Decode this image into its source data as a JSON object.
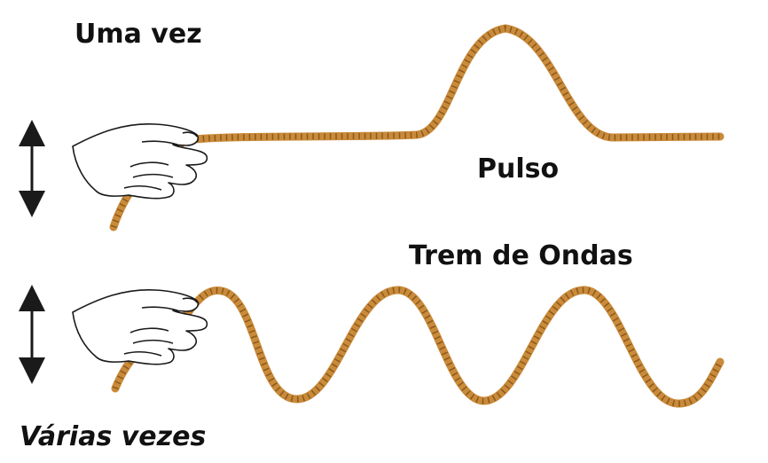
{
  "labels": {
    "once": "Uma vez",
    "pulse": "Pulso",
    "wave_train": "Trem de Ondas",
    "many_times": "Várias vezes"
  },
  "colors": {
    "rope": "#c98a3a",
    "rope_stripe": "#8a5a1c",
    "ink": "#1a1a1a",
    "background": "#ffffff"
  },
  "icons": {
    "hand": "hand-holding-rope-icon",
    "arrow": "double-vertical-arrow-icon"
  }
}
